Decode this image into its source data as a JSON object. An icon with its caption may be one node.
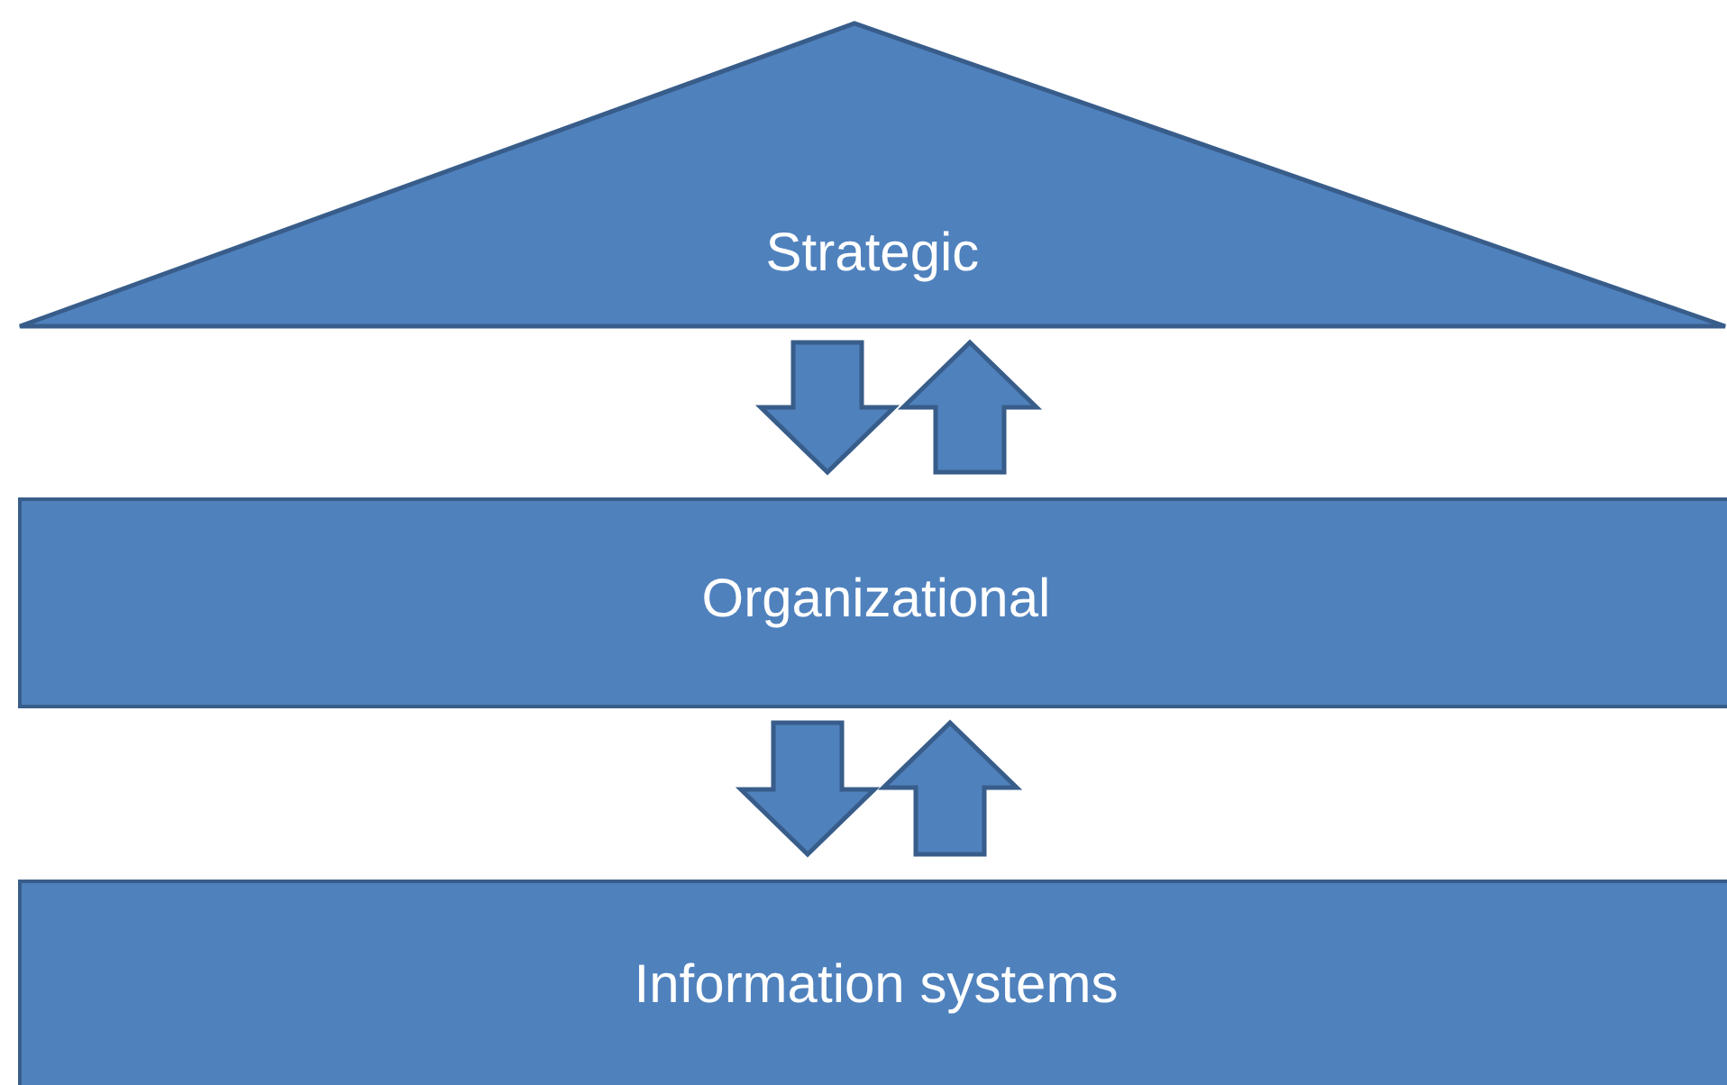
{
  "diagram": {
    "nodes": [
      {
        "text": [
          "Strategic"
        ]
      },
      {
        "text": [
          "Organizational"
        ]
      },
      {
        "text": [
          "Information systems"
        ]
      }
    ],
    "edges": [
      {
        "from": 0,
        "to": 1,
        "arrow": "to"
      },
      {
        "from": 1,
        "to": 0,
        "arrow": "to"
      },
      {
        "from": 1,
        "to": 2,
        "arrow": "to"
      },
      {
        "from": 2,
        "to": 1,
        "arrow": "to"
      }
    ]
  }
}
